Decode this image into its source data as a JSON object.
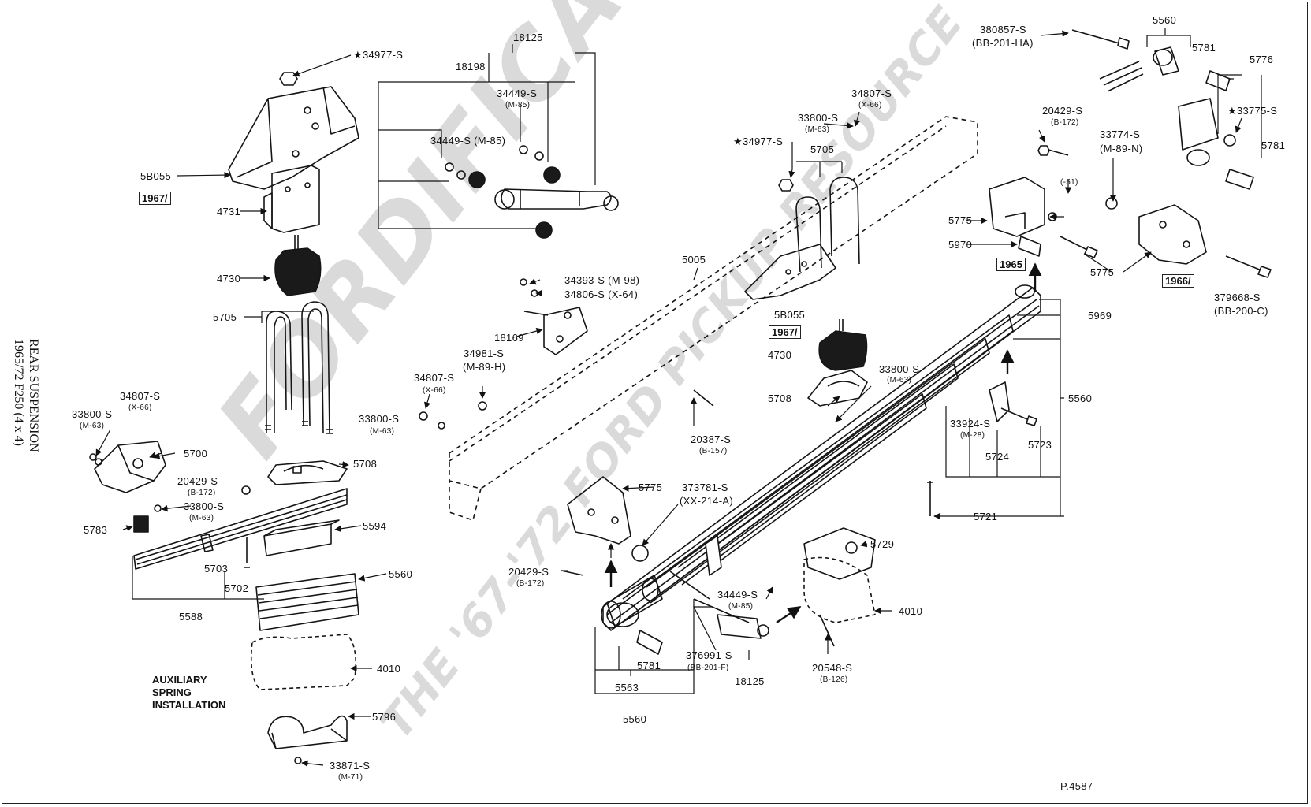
{
  "diagram": {
    "side_title_line1": "REAR SUSPENSION",
    "side_title_line2": "1965/72  F250 (4 x 4)",
    "note_line1": "AUXILIARY",
    "note_line2": "SPRING",
    "note_line3": "INSTALLATION",
    "figure_code": "P.4587",
    "watermark_main": "FORDIFICATION.COM",
    "watermark_sub": "THE '67-'72 FORD PICKUP RESOURCE",
    "year_badges": [
      "1967/",
      "1967/",
      "1965",
      "1966/"
    ],
    "part_labels": [
      "★34977-S",
      "5B055",
      "4731",
      "4730",
      "5705",
      "34807-S",
      "(X-66)",
      "33800-S",
      "(M-63)",
      "5700",
      "20429-S",
      "(B-172)",
      "33800-S",
      "(M-63)",
      "5783",
      "5708",
      "5594",
      "5703",
      "5702",
      "5588",
      "5560",
      "4010",
      "5796",
      "33871-S",
      "(M-71)",
      "18125",
      "18198",
      "34449-S",
      "(M-85)",
      "34449-S (M-85)",
      "5005",
      "34393-S (M-98)",
      "34806-S (X-64)",
      "18169",
      "34981-S",
      "(M-89-H)",
      "34807-S",
      "(X-66)",
      "33800-S",
      "(M-63)",
      "20387-S",
      "(B-157)",
      "5775",
      "373781-S",
      "(XX-214-A)",
      "20429-S",
      "(B-172)",
      "★34977-S",
      "5705",
      "33800-S",
      "(M-63)",
      "34807-S",
      "(X-66)",
      "5B055",
      "4730",
      "5708",
      "33800-S",
      "(M-63)",
      "5560",
      "33924-S",
      "(M-28)",
      "5724",
      "5723",
      "5721",
      "5729",
      "4010",
      "34449-S",
      "(M-85)",
      "20548-S",
      "(B-126)",
      "376991-S",
      "(BB-201-F)",
      "18125",
      "5781",
      "5563",
      "5560",
      "380857-S",
      "(BB-201-HA)",
      "5560",
      "5781",
      "5776",
      "20429-S",
      "(B-172)",
      "(-51)",
      "★33775-S",
      "33774-S",
      "(M-89-N)",
      "5781",
      "5775",
      "5970",
      "5969",
      "5775",
      "379668-S",
      "(BB-200-C)"
    ]
  }
}
